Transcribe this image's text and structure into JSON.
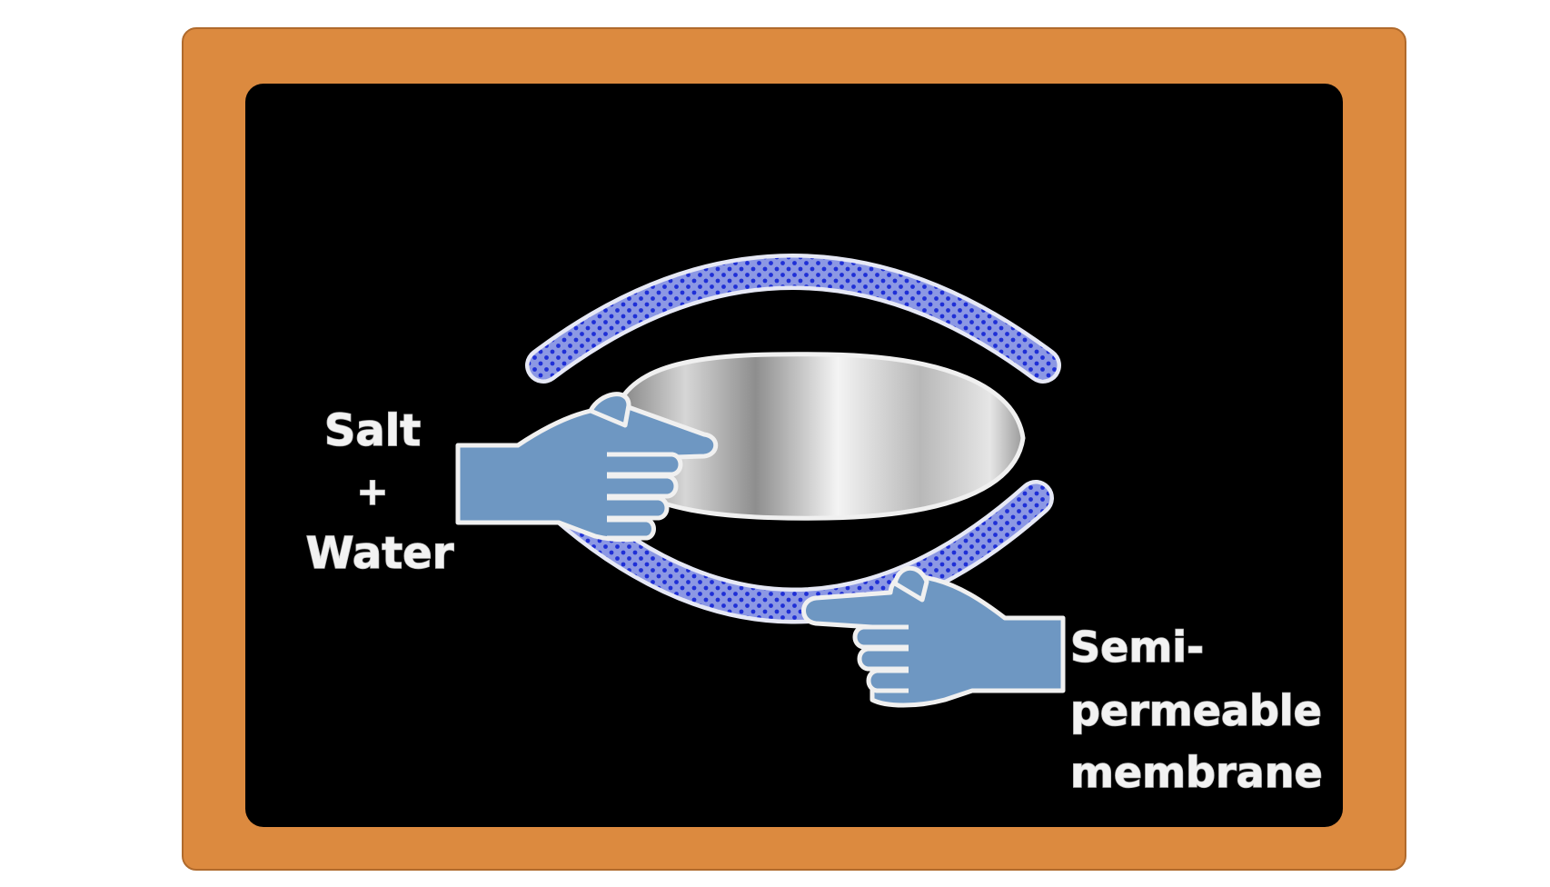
{
  "labels": {
    "salt": "Salt",
    "plus": "+",
    "water": "Water",
    "semi": "Semi-",
    "permeable": "permeable",
    "membrane": "membrane"
  },
  "colors": {
    "frame": "#dc8a3f",
    "board": "#000000",
    "hand": "#6e97c2",
    "membrane_fill": "#8c98e4",
    "membrane_dots": "#1f2fd6",
    "label_text": "#f2f2f2"
  },
  "icons": {
    "pointer_hand_left": "pointing-hand-icon",
    "pointer_hand_right": "pointing-hand-icon"
  }
}
